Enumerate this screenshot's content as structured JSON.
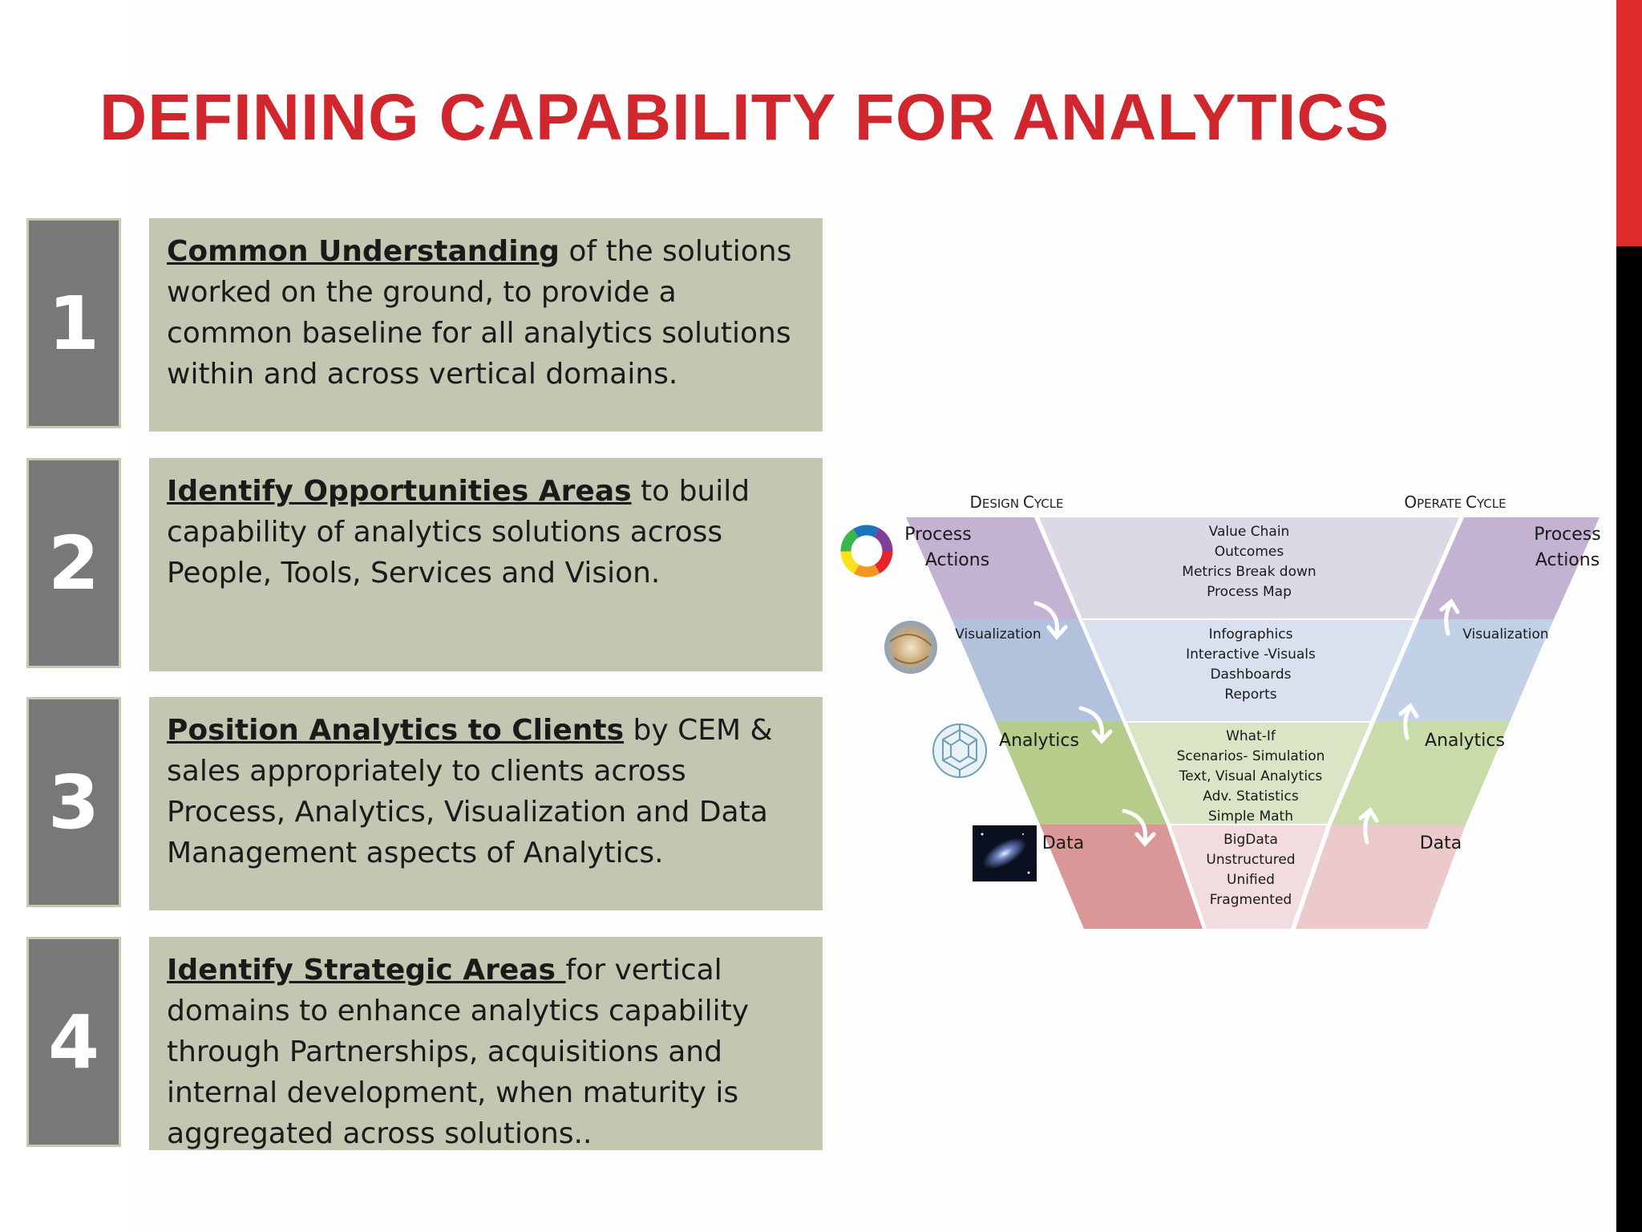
{
  "title": "DEFINING CAPABILITY FOR ANALYTICS",
  "colors": {
    "title": "#d0272f",
    "accent_bar": "#e02b2b",
    "number_box": "#787878",
    "text_box": "#c5c6b1"
  },
  "steps": [
    {
      "number": "1",
      "lead": "Common Understanding",
      "rest": " of the solutions worked on the ground, to provide a common baseline for all analytics solutions within and across vertical domains."
    },
    {
      "number": "2",
      "lead": "Identify Opportunities Areas",
      "rest": " to build capability of analytics solutions across People, Tools, Services and Vision."
    },
    {
      "number": "3",
      "lead": "Position Analytics to Clients",
      "rest": " by CEM & sales appropriately to clients across  Process, Analytics, Visualization and Data Management aspects of Analytics."
    },
    {
      "number": "4",
      "lead": "Identify Strategic Areas ",
      "rest": "for vertical domains to enhance analytics capability through Partnerships, acquisitions and internal development, when maturity is aggregated across solutions.."
    }
  ],
  "diagram": {
    "design_cycle": "Design Cycle",
    "operate_cycle": "Operate Cycle",
    "layers": [
      {
        "left_label": [
          "Process",
          "Actions"
        ],
        "right_label": [
          "Process",
          "Actions"
        ],
        "center": [
          "Value Chain",
          "Outcomes",
          "Metrics Break down",
          "Process Map"
        ],
        "icon": "color-wheel-icon"
      },
      {
        "left_label": [
          "Visualization"
        ],
        "right_label": [
          "Visualization"
        ],
        "center": [
          "Infographics",
          "Interactive -Visuals",
          "Dashboards",
          "Reports"
        ],
        "icon": "globe-visual-icon"
      },
      {
        "left_label": [
          "Analytics"
        ],
        "right_label": [
          "Analytics"
        ],
        "center": [
          "What-If",
          "Scenarios- Simulation",
          "Text, Visual Analytics",
          "Adv. Statistics",
          "Simple Math"
        ],
        "icon": "molecule-icon"
      },
      {
        "left_label": [
          "Data"
        ],
        "right_label": [
          "Data"
        ],
        "center": [
          "BigData",
          "Unstructured",
          "Unified",
          "Fragmented"
        ],
        "icon": "galaxy-icon"
      }
    ]
  }
}
